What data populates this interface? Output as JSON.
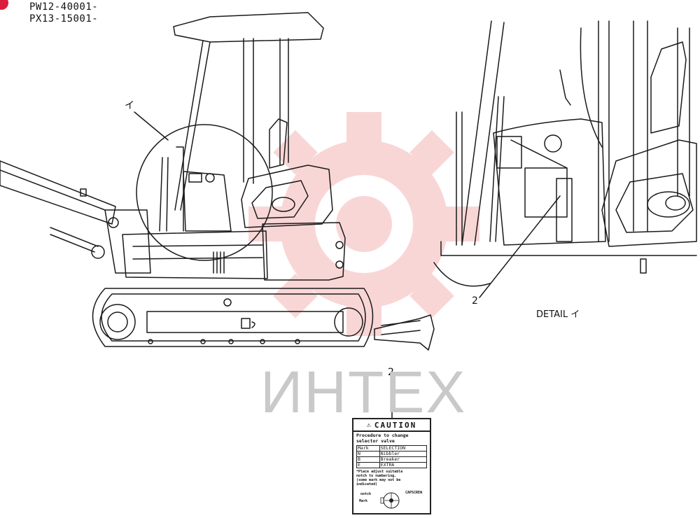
{
  "serials": {
    "first": "PW12-40001-",
    "second": "PX13-15001-"
  },
  "callouts": {
    "detail_marker": "イ",
    "part_number_detail": "2",
    "part_number_decal": "2"
  },
  "detail_label": "DETAIL イ",
  "watermark": "ИНТЕХ",
  "decal": {
    "header": "CAUTION",
    "title_line1": "Procedure to change",
    "title_line2": "selector valve",
    "table": [
      [
        "Mark",
        "SELECTION"
      ],
      [
        "N",
        "Nibbler"
      ],
      [
        "B",
        "Breaker"
      ],
      [
        "E",
        "EXTRA"
      ]
    ],
    "note1": "*Place adjust suitable",
    "note2": "notch to numbering.",
    "note3": "(some mark may not be",
    "note4": "indicated)",
    "notch_label": "notch",
    "capscrew_label": "CAPSCREW",
    "mark_label": "Mark"
  },
  "colors": {
    "badge": "#d81e3a",
    "watermark": "#f2b8b8",
    "line": "#1a1a1a"
  }
}
